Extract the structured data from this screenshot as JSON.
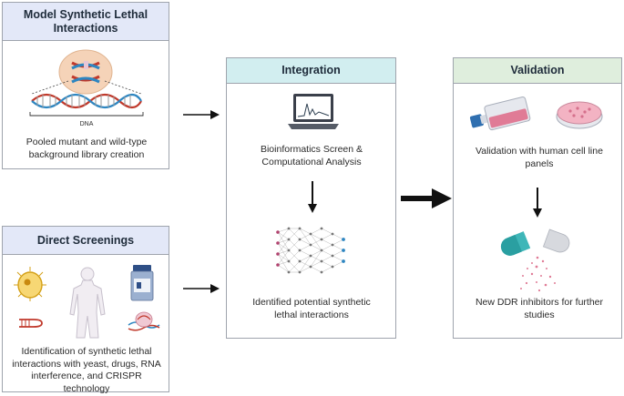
{
  "panels": {
    "model": {
      "title": "Model Synthetic Lethal Interactions",
      "dna_label": "DNA",
      "caption": "Pooled mutant and wild-type background library creation"
    },
    "direct": {
      "title": "Direct Screenings",
      "caption": "Identification of synthetic lethal interactions with yeast, drugs, RNA interference, and CRISPR technology"
    },
    "integration": {
      "title": "Integration",
      "caption_top": "Bioinformatics Screen & Computational Analysis",
      "caption_bottom": "Identified potential synthetic lethal interactions"
    },
    "validation": {
      "title": "Validation",
      "caption_top": "Validation with human cell line panels",
      "caption_bottom": "New DDR inhibitors for further studies"
    }
  },
  "colors": {
    "panel_border": "#9fa4ad",
    "header_blue": "#e3e8f8",
    "header_teal": "#d2eef0",
    "header_green": "#dfeedd",
    "dna_red": "#c0392b",
    "dna_blue": "#2e86c1",
    "arrow": "#111111"
  },
  "icons": [
    "dna-helix-icon",
    "chromosome-icon",
    "yeast-cell-icon",
    "human-body-icon",
    "drug-bottle-icon",
    "rna-hairpin-icon",
    "crispr-icon",
    "laptop-chart-icon",
    "neural-network-icon",
    "cell-culture-flask-icon",
    "petri-dish-icon",
    "capsule-pill-icon"
  ]
}
